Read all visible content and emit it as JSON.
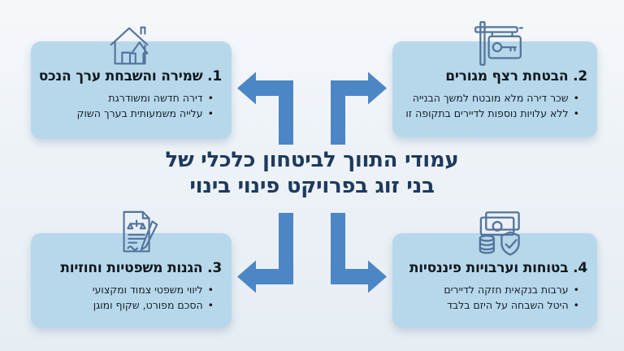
{
  "header": {
    "title_line1": "עמודי התווך לביטחון כלכלי של",
    "title_line2": "בני זוג בפרויקט פינוי בינוי"
  },
  "colors": {
    "arrow": "#4c86c5",
    "card": "#b7d8ea",
    "navy": "#1e3a5e",
    "icon": "#53749c",
    "ink": "#15202b",
    "bg_top": "#f5f8fb",
    "bg_bottom": "#e6edf3"
  },
  "pillars": [
    {
      "icon": "house-value-up-icon",
      "title": "1. שמירה והשבחת ערך הנכס",
      "bullets": [
        "דירה חדשה ומשודרגת",
        "עלייה משמעותית בערך השוק"
      ]
    },
    {
      "icon": "key-sign-icon",
      "title": "2. הבטחת רצף מגורים",
      "bullets": [
        "שכר דירה מלא מובטח למשך הבנייה",
        "ללא עלויות נוספות לדיירים בתקופה זו"
      ]
    },
    {
      "icon": "legal-contract-icon",
      "title": "3. הגנות משפטיות וחוזיות",
      "bullets": [
        "ליווי משפטי צמוד ומקצועי",
        "הסכם מפורט, שקוף ומוגן"
      ]
    },
    {
      "icon": "money-shield-icon",
      "title": "4. בטוחות וערבויות פיננסיות",
      "bullets": [
        "ערבות בנקאית חזקה לדיירים",
        "היטל השבחה על היזם בלבד"
      ]
    }
  ]
}
